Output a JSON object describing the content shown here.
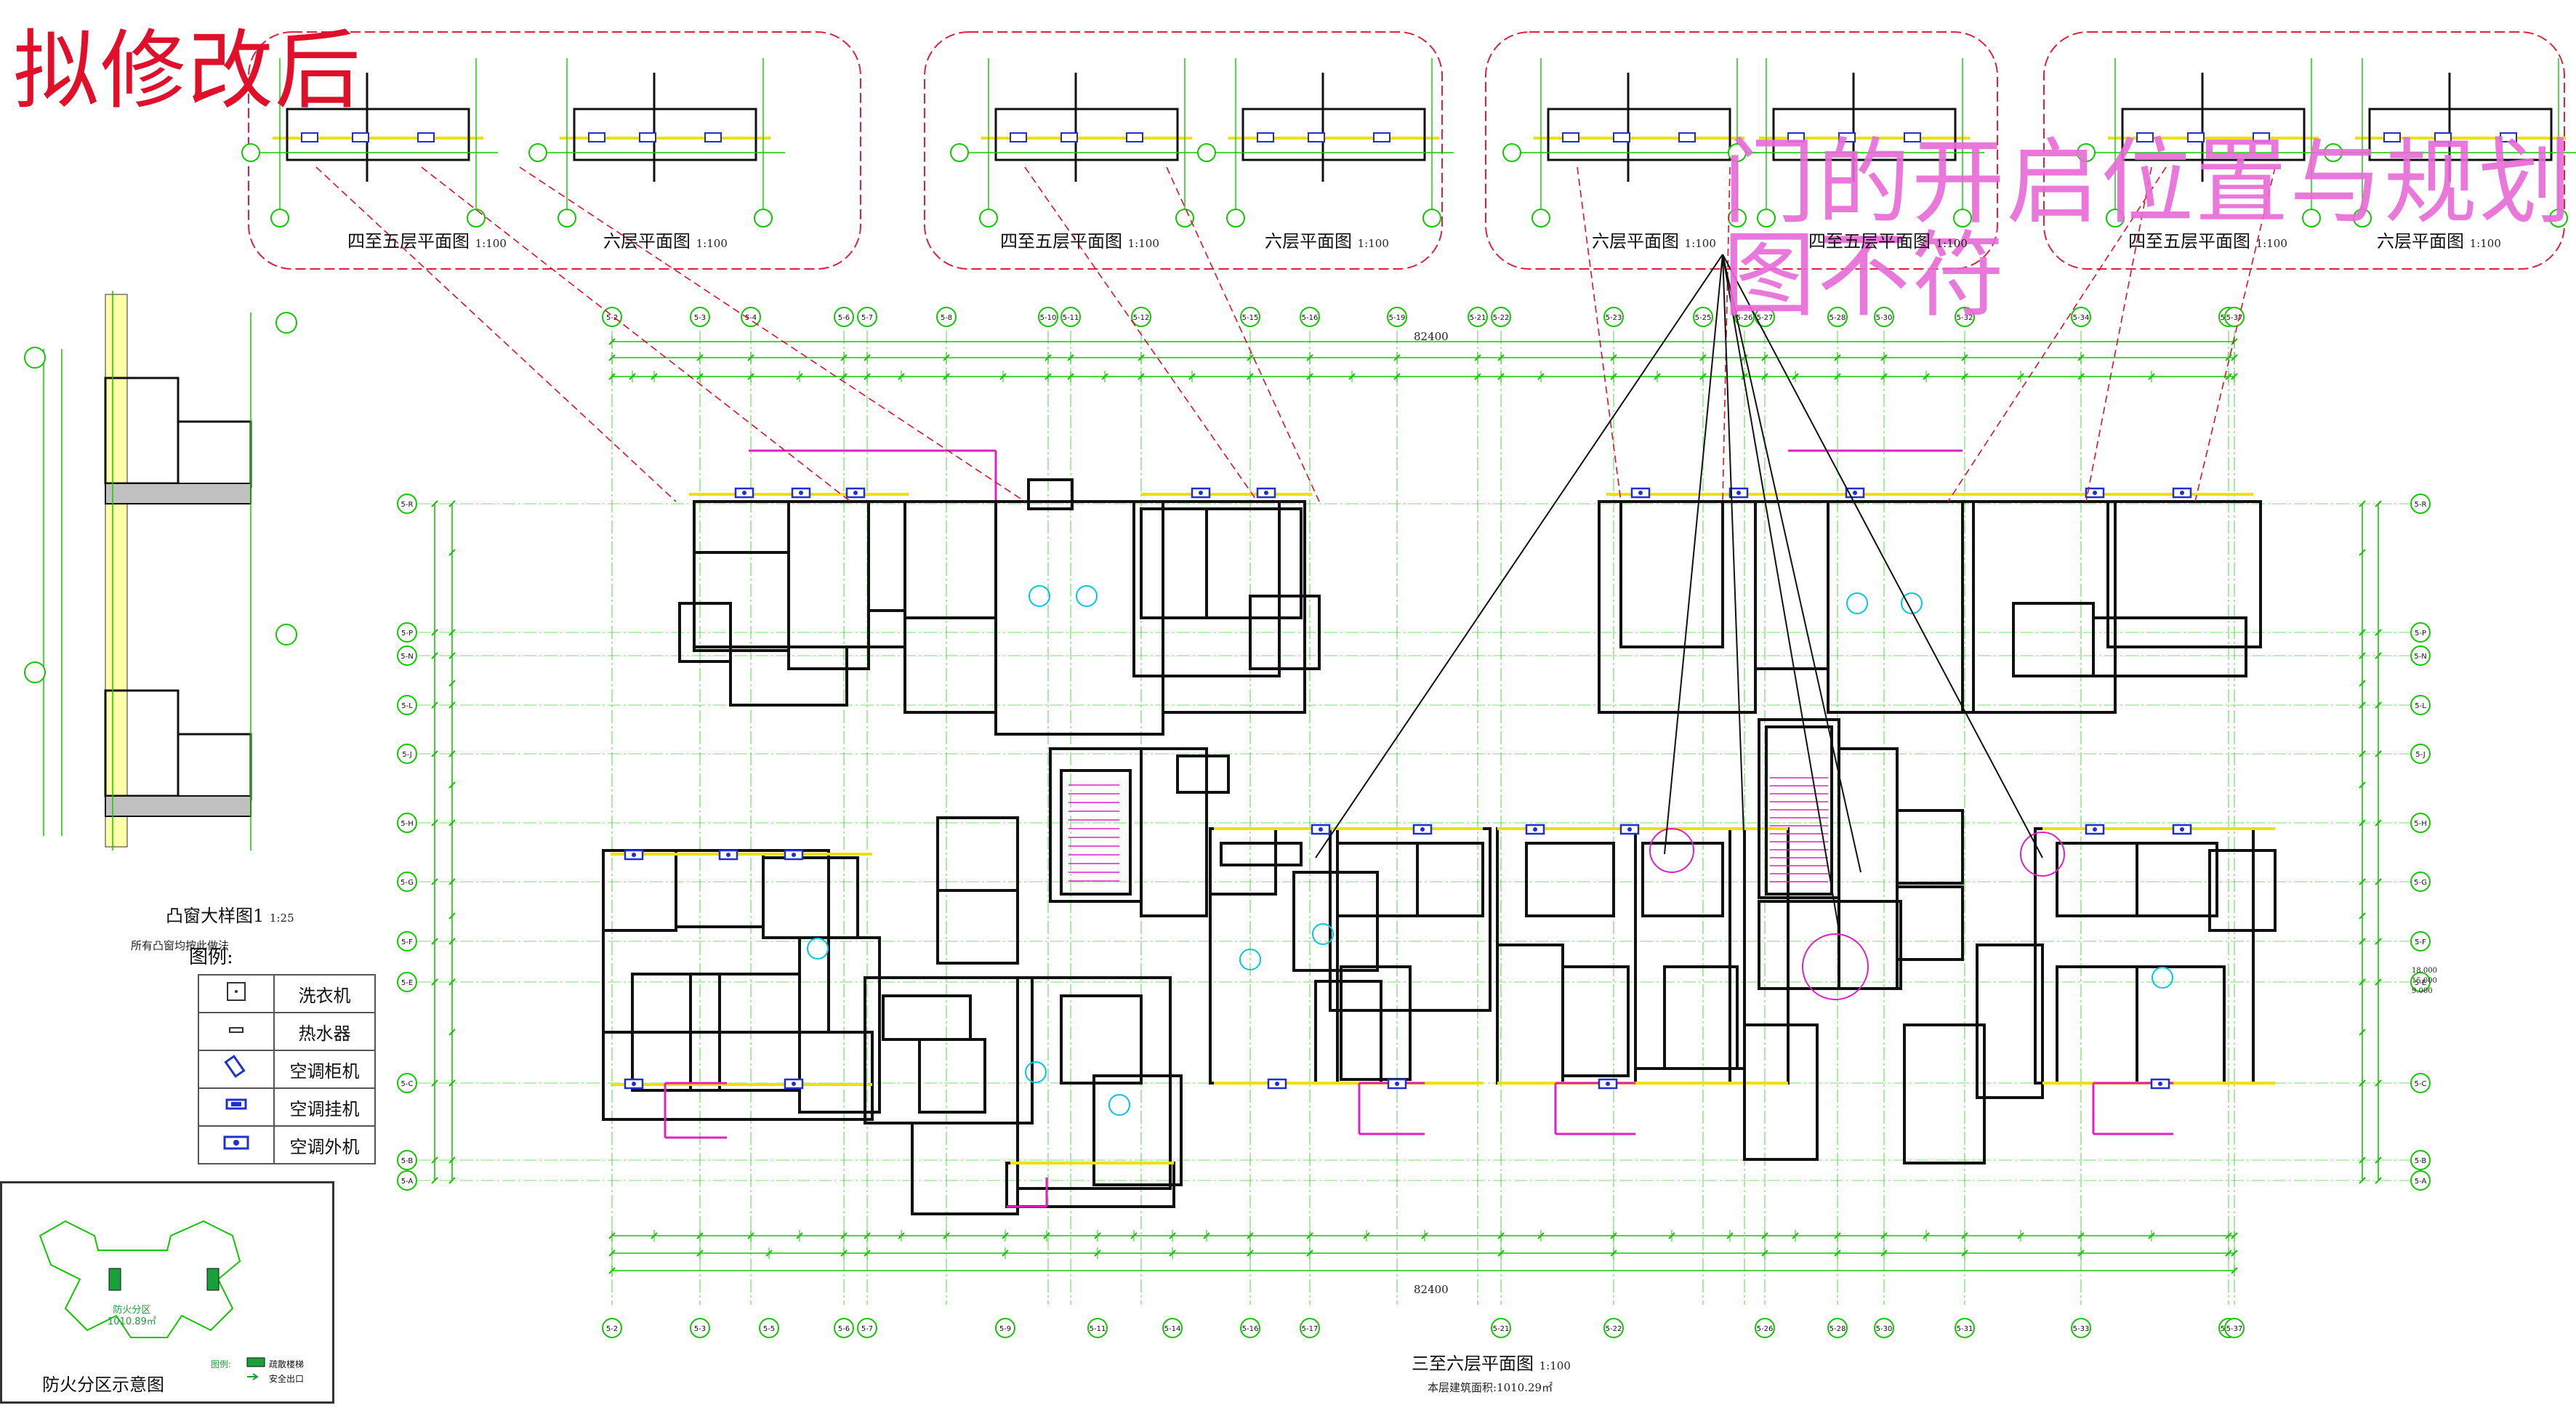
{
  "annotations": {
    "revision_title": "拟修改后",
    "door_note": "门的开启位置与规划图不符"
  },
  "inset_views": [
    {
      "left_caption": "四至五层平面图",
      "left_scale": "1:100",
      "right_caption": "六层平面图",
      "right_scale": "1:100"
    },
    {
      "left_caption": "四至五层平面图",
      "left_scale": "1:100",
      "right_caption": "六层平面图",
      "right_scale": "1:100"
    },
    {
      "left_caption": "六层平面图",
      "left_scale": "1:100",
      "right_caption": "四至五层平面图",
      "right_scale": "1:100"
    },
    {
      "left_caption": "四至五层平面图",
      "left_scale": "1:100",
      "right_caption": "六层平面图",
      "right_scale": "1:100"
    }
  ],
  "detail": {
    "caption": "凸窗大样图1",
    "scale": "1:25",
    "note": "所有凸窗均按此做法"
  },
  "legend": {
    "title": "图例:",
    "items": [
      {
        "label": "洗衣机",
        "icon": "washing-machine-icon"
      },
      {
        "label": "热水器",
        "icon": "water-heater-icon"
      },
      {
        "label": "空调柜机",
        "icon": "ac-cabinet-icon"
      },
      {
        "label": "空调挂机",
        "icon": "ac-wall-unit-icon"
      },
      {
        "label": "空调外机",
        "icon": "ac-outdoor-unit-icon"
      }
    ]
  },
  "fire_zone": {
    "title": "防火分区示意图",
    "zone_label": "防火分区",
    "zone_area": "1010.89㎡",
    "legend_label": "图例:",
    "legend_a": "疏散楼梯",
    "legend_b": "安全出口"
  },
  "main_plan": {
    "caption": "三至六层平面图",
    "scale": "1:100",
    "area_note": "本层建筑面积:1010.29㎡",
    "overall_dim": "82400",
    "top_axes": [
      "5-2",
      "5-3",
      "5-4",
      "5-6",
      "5-7",
      "5-8",
      "5-10",
      "5-11",
      "5-12",
      "5-15",
      "5-16",
      "5-19",
      "5-21",
      "5-22",
      "5-23",
      "5-25",
      "5-26",
      "5-27",
      "5-28",
      "5-30",
      "5-32",
      "5-34",
      "5-35",
      "5-37"
    ],
    "bottom_axes": [
      "5-2",
      "5-3",
      "5-5",
      "5-6",
      "5-7",
      "5-9",
      "5-11",
      "5-14",
      "5-16",
      "5-17",
      "5-21",
      "5-22",
      "5-26",
      "5-28",
      "5-30",
      "5-31",
      "5-33",
      "5-35",
      "5-37"
    ],
    "left_axes": [
      "5-R",
      "5-P",
      "5-N",
      "5-L",
      "5-J",
      "5-H",
      "5-G",
      "5-F",
      "5-E",
      "5-C",
      "5-B",
      "5-A"
    ],
    "right_axes": [
      "5-R",
      "5-P",
      "5-N",
      "5-L",
      "5-J",
      "5-H",
      "5-G",
      "5-F",
      "5-E",
      "5-C",
      "5-B",
      "5-A"
    ],
    "level_marks": [
      "18.000",
      "15.000",
      "9.000"
    ]
  },
  "colors": {
    "annotation_red": "#e0102a",
    "annotation_magenta": "#e86ad8",
    "axis_green": "#12c800",
    "wall_black": "#111111",
    "yellow_line": "#f0e000",
    "cyan": "#00c8e0",
    "blue": "#2030d0",
    "magenta_line": "#e020c0"
  }
}
